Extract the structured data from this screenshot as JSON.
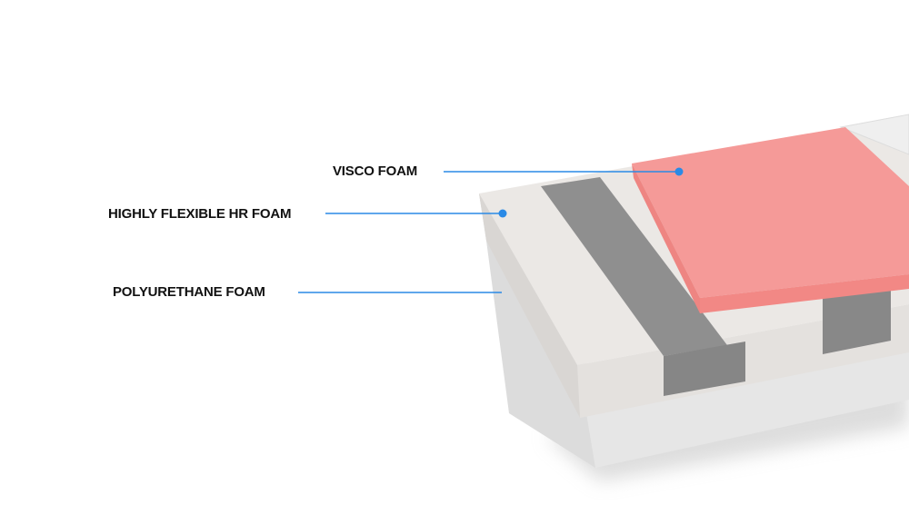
{
  "labels": {
    "visco": "VISCO FOAM",
    "hr": "HIGHLY FLEXIBLE HR FOAM",
    "polyurethane": "POLYURETHANE FOAM"
  },
  "colors": {
    "leader": "#2a8ae6",
    "visco": "#f59a98",
    "stripe": "#8d8d8d",
    "foam": "#ebe8e5"
  }
}
